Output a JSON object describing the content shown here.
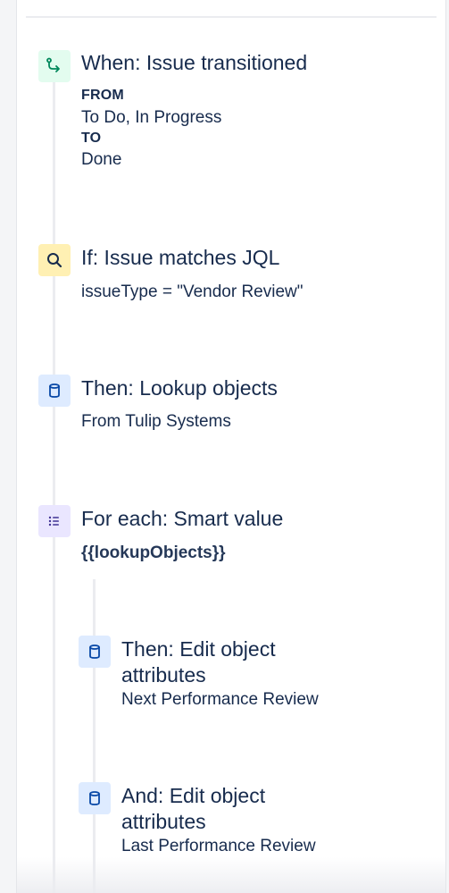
{
  "rule": {
    "trigger": {
      "title": "When: Issue transitioned",
      "from_label": "FROM",
      "from_value": "To Do, In Progress",
      "to_label": "TO",
      "to_value": "Done",
      "icon": "branch-arrow-icon",
      "color": "#e3fcef",
      "icon_color": "#00875a"
    },
    "condition": {
      "title": "If: Issue matches JQL",
      "detail": "issueType = \"Vendor Review\"",
      "icon": "search-icon",
      "color": "#fff0b3",
      "icon_color": "#172b4d"
    },
    "lookup": {
      "title": "Then: Lookup objects",
      "detail": "From Tulip Systems",
      "icon": "database-icon",
      "color": "#deebff",
      "icon_color": "#0747a6"
    },
    "branch": {
      "title": "For each: Smart value",
      "detail": "{{lookupObjects}}",
      "icon": "list-icon",
      "color": "#eae6ff",
      "icon_color": "#403294"
    },
    "nested": [
      {
        "title": "Then: Edit object attributes",
        "detail": "Next Performance Review",
        "icon": "database-icon"
      },
      {
        "title": "And: Edit object attributes",
        "detail": "Last Performance Review",
        "icon": "database-icon"
      }
    ]
  }
}
